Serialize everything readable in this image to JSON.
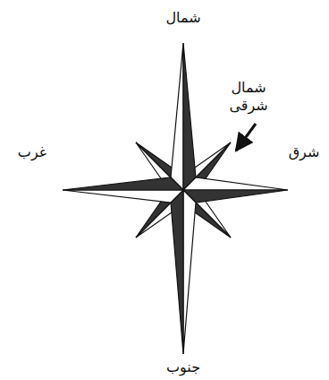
{
  "diagram": {
    "labels": [
      "شمال",
      "شمال شرقی",
      "شرق",
      "غرب",
      "جنوب"
    ]
  }
}
